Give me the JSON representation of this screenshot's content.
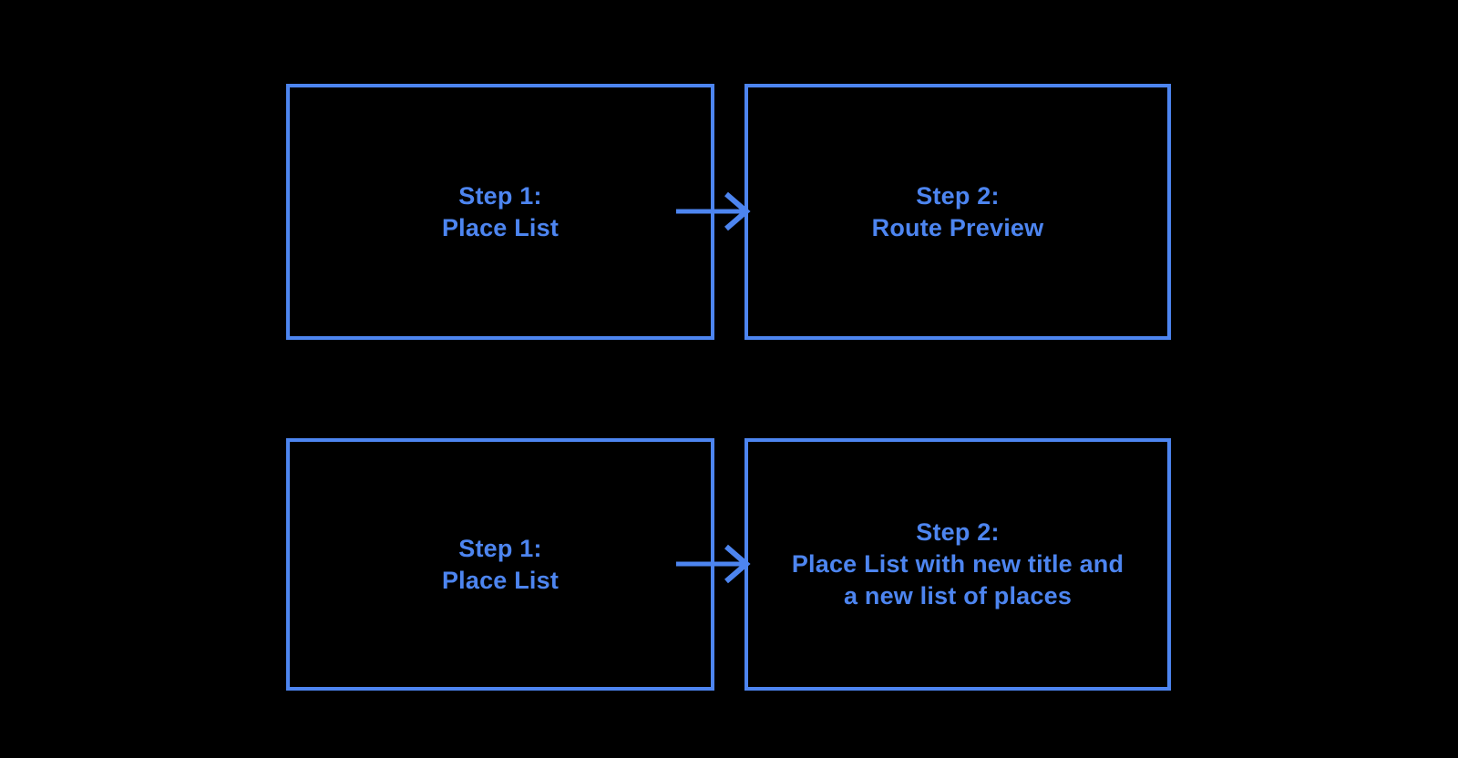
{
  "diagram": {
    "background_color": "#000000",
    "accent_color": "#4D85F0",
    "flows": [
      {
        "from": {
          "lines": [
            "Step 1:",
            "Place List"
          ]
        },
        "to": {
          "lines": [
            "Step 2:",
            "Route Preview"
          ]
        }
      },
      {
        "from": {
          "lines": [
            "Step 1:",
            "Place List"
          ]
        },
        "to": {
          "lines": [
            "Step 2:",
            "Place List with new title and",
            "a new list of places"
          ]
        }
      }
    ]
  }
}
